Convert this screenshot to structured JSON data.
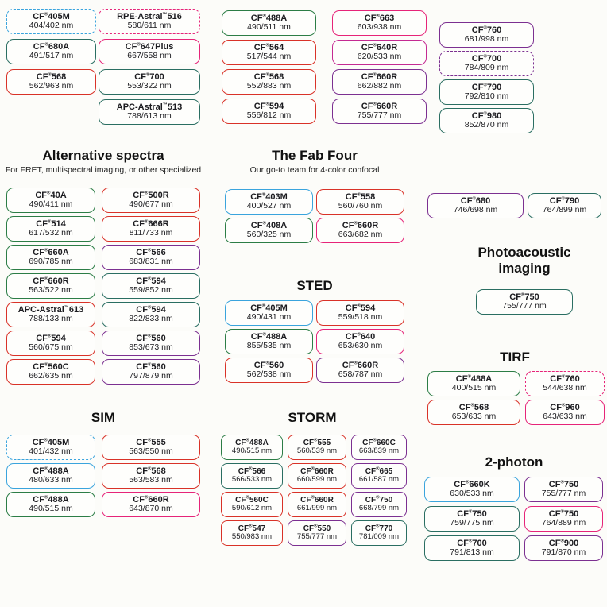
{
  "palette": {
    "blue": "#3aa4dd",
    "teal": "#2a6e62",
    "green": "#2c7d46",
    "red": "#d93228",
    "pink": "#e62479",
    "magenta": "#c42a92",
    "purple": "#7c3091"
  },
  "top": {
    "col1": [
      {
        "name": "CF®405M",
        "range": "404/402 nm",
        "color": "blue",
        "dashed": true
      },
      {
        "name": "CF®680A",
        "range": "491/517 nm",
        "color": "teal"
      },
      {
        "name": "CF®568",
        "range": "562/963 nm",
        "color": "red"
      }
    ],
    "col2": [
      {
        "name": "RPE-Astral™516",
        "range": "580/611 nm",
        "color": "pink",
        "dashed": true
      },
      {
        "name": "CF®647Plus",
        "range": "667/558 nm",
        "color": "pink"
      },
      {
        "name": "CF®700",
        "range": "553/322 nm",
        "color": "teal"
      },
      {
        "name": "APC-Astral™513",
        "range": "788/613 nm",
        "color": "teal"
      }
    ],
    "col3": [
      {
        "name": "CF®488A",
        "range": "490/511 nm",
        "color": "green"
      },
      {
        "name": "CF®564",
        "range": "517/544 nm",
        "color": "red"
      },
      {
        "name": "CF®568",
        "range": "552/883 nm",
        "color": "red"
      },
      {
        "name": "CF®594",
        "range": "556/812 nm",
        "color": "red"
      }
    ],
    "col4": [
      {
        "name": "CF®663",
        "range": "603/938 nm",
        "color": "pink"
      },
      {
        "name": "CF®640R",
        "range": "620/533 nm",
        "color": "magenta"
      },
      {
        "name": "CF®660R",
        "range": "662/882 nm",
        "color": "purple"
      },
      {
        "name": "CF®660R",
        "range": "755/777 nm",
        "color": "purple"
      }
    ],
    "col5": [
      {
        "name": "CF®760",
        "range": "681/998 nm",
        "color": "purple"
      },
      {
        "name": "CF®700",
        "range": "784/809 nm",
        "color": "purple",
        "dashed": true
      },
      {
        "name": "CF®790",
        "range": "792/810 nm",
        "color": "teal"
      },
      {
        "name": "CF®980",
        "range": "852/870 nm",
        "color": "teal"
      }
    ]
  },
  "alternative_spectra": {
    "title": "Alternative spectra",
    "subtitle": "For FRET, multispectral imaging, or other specialized",
    "left": [
      {
        "name": "CF®40A",
        "range": "490/411 nm",
        "color": "green"
      },
      {
        "name": "CF®514",
        "range": "617/532 nm",
        "color": "green"
      },
      {
        "name": "CF®660A",
        "range": "690/785 nm",
        "color": "green"
      },
      {
        "name": "CF®660R",
        "range": "563/522 nm",
        "color": "green"
      },
      {
        "name": "APC-Astral™613",
        "range": "788/133 nm",
        "color": "red"
      },
      {
        "name": "CF®594",
        "range": "560/675 nm",
        "color": "red"
      },
      {
        "name": "CF®560C",
        "range": "662/635 nm",
        "color": "red"
      }
    ],
    "right": [
      {
        "name": "CF®500R",
        "range": "490/677 nm",
        "color": "red"
      },
      {
        "name": "CF®666R",
        "range": "811/733 nm",
        "color": "red"
      },
      {
        "name": "CF®566",
        "range": "683/831 nm",
        "color": "purple"
      },
      {
        "name": "CF®594",
        "range": "559/852 nm",
        "color": "teal"
      },
      {
        "name": "CF®594",
        "range": "822/833 nm",
        "color": "teal"
      },
      {
        "name": "CF®560",
        "range": "853/673 nm",
        "color": "purple"
      },
      {
        "name": "CF®560",
        "range": "797/879 nm",
        "color": "purple"
      }
    ]
  },
  "fab_four": {
    "title": "The Fab Four",
    "subtitle": "Our go-to team for 4-color confocal",
    "left": [
      {
        "name": "CF®403M",
        "range": "400/527 nm",
        "color": "blue"
      },
      {
        "name": "CF®408A",
        "range": "560/325 nm",
        "color": "green"
      }
    ],
    "right": [
      {
        "name": "CF®558",
        "range": "560/760 nm",
        "color": "red"
      },
      {
        "name": "CF®660R",
        "range": "663/682 nm",
        "color": "pink"
      }
    ]
  },
  "standalone_pair": {
    "left": [
      {
        "name": "CF®680",
        "range": "746/698 nm",
        "color": "purple"
      }
    ],
    "right": [
      {
        "name": "CF®790",
        "range": "764/899 nm",
        "color": "teal"
      }
    ]
  },
  "sted": {
    "title": "STED",
    "left": [
      {
        "name": "CF®405M",
        "range": "490/431 nm",
        "color": "blue"
      },
      {
        "name": "CF®488A",
        "range": "855/535 nm",
        "color": "green"
      },
      {
        "name": "CF®560",
        "range": "562/538 nm",
        "color": "red"
      }
    ],
    "right": [
      {
        "name": "CF®594",
        "range": "559/518 nm",
        "color": "red"
      },
      {
        "name": "CF®640",
        "range": "653/630 nm",
        "color": "pink"
      },
      {
        "name": "CF®660R",
        "range": "658/787 nm",
        "color": "purple"
      }
    ]
  },
  "photoacoustic": {
    "title": "Photoacoustic imaging",
    "pills": [
      {
        "name": "CF®750",
        "range": "755/777 nm",
        "color": "teal"
      }
    ]
  },
  "tirf": {
    "title": "TIRF",
    "left": [
      {
        "name": "CF®488A",
        "range": "400/515 nm",
        "color": "green"
      },
      {
        "name": "CF®568",
        "range": "653/633 nm",
        "color": "red"
      }
    ],
    "right": [
      {
        "name": "CF®760",
        "range": "544/638 nm",
        "color": "pink",
        "dashed": true
      },
      {
        "name": "CF®960",
        "range": "643/633 nm",
        "color": "pink"
      }
    ]
  },
  "sim": {
    "title": "SIM",
    "left": [
      {
        "name": "CF®405M",
        "range": "401/432 nm",
        "color": "blue",
        "dashed": true
      },
      {
        "name": "CF®488A",
        "range": "480/633 nm",
        "color": "blue"
      },
      {
        "name": "CF®488A",
        "range": "490/515 nm",
        "color": "green"
      }
    ],
    "right": [
      {
        "name": "CF®555",
        "range": "563/550 nm",
        "color": "red"
      },
      {
        "name": "CF®568",
        "range": "563/583 nm",
        "color": "red"
      },
      {
        "name": "CF®660R",
        "range": "643/870 nm",
        "color": "pink"
      }
    ]
  },
  "storm": {
    "title": "STORM",
    "col1": [
      {
        "name": "CF®488A",
        "range": "490/515 nm",
        "color": "green"
      },
      {
        "name": "CF®566",
        "range": "566/533 nm",
        "color": "teal"
      },
      {
        "name": "CF®560C",
        "range": "590/612 nm",
        "color": "red"
      },
      {
        "name": "CF®547",
        "range": "550/983 nm",
        "color": "red"
      }
    ],
    "col2": [
      {
        "name": "CF®555",
        "range": "560/539 nm",
        "color": "red"
      },
      {
        "name": "CF®660R",
        "range": "660/599 nm",
        "color": "red"
      },
      {
        "name": "CF®660R",
        "range": "661/999 nm",
        "color": "red"
      },
      {
        "name": "CF®550",
        "range": "755/777 nm",
        "color": "purple"
      }
    ],
    "col3": [
      {
        "name": "CF®660C",
        "range": "663/839 nm",
        "color": "purple"
      },
      {
        "name": "CF®665",
        "range": "661/587 nm",
        "color": "purple"
      },
      {
        "name": "CF®750",
        "range": "668/799 nm",
        "color": "purple"
      },
      {
        "name": "CF®770",
        "range": "781/009 nm",
        "color": "teal"
      }
    ]
  },
  "two_photon": {
    "title": "2-photon",
    "left": [
      {
        "name": "CF®660K",
        "range": "630/533 nm",
        "color": "blue"
      },
      {
        "name": "CF®750",
        "range": "759/775 nm",
        "color": "teal"
      },
      {
        "name": "CF®700",
        "range": "791/813 nm",
        "color": "teal"
      }
    ],
    "right": [
      {
        "name": "CF®750",
        "range": "755/777 nm",
        "color": "purple"
      },
      {
        "name": "CF®750",
        "range": "764/889 nm",
        "color": "pink"
      },
      {
        "name": "CF®900",
        "range": "791/870 nm",
        "color": "purple"
      }
    ]
  }
}
